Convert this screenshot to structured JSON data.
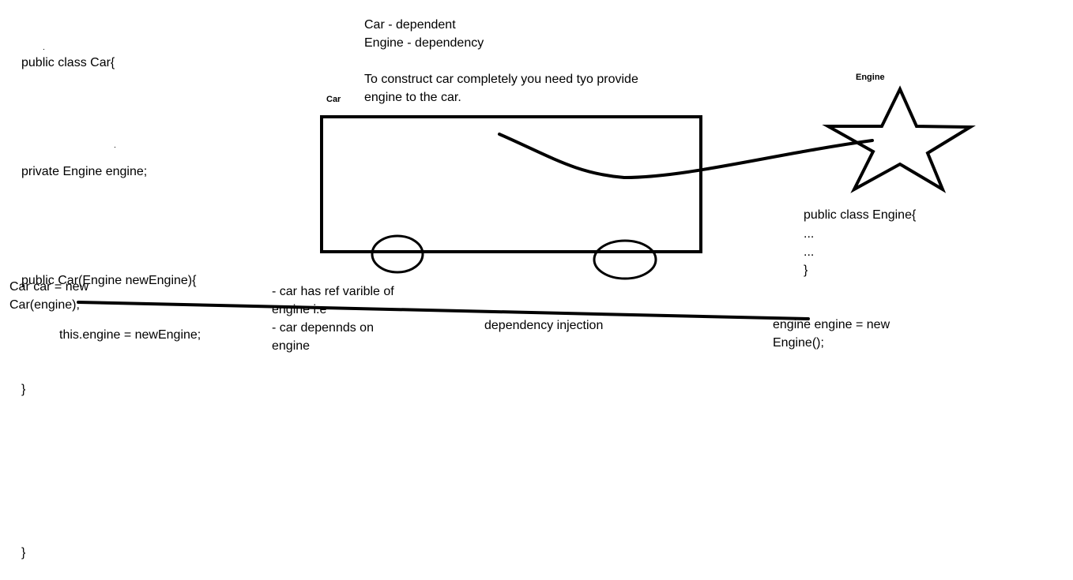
{
  "car_class": {
    "line1": "public class Car{",
    "line2": "private Engine engine;",
    "line3": "public Car(Engine newEngine){",
    "line4": "this.engine = newEngine;",
    "line5": "}",
    "line6": "}"
  },
  "definitions": {
    "dependent": "Car - dependent",
    "dependency": "Engine - dependency",
    "explanation_line1": "To construct car completely you need tyo provide",
    "explanation_line2": "engine to the car."
  },
  "labels": {
    "car": "Car",
    "engine": "Engine",
    "dependency_injection": "dependency injection"
  },
  "engine_class": {
    "line1": "public class Engine{",
    "line2": "...",
    "line3": "...",
    "line4": "}"
  },
  "car_instantiation": {
    "line1": "Car car = new",
    "line2": "Car(engine);"
  },
  "notes": {
    "line1": "- car has ref varible of",
    "line2": "engine i.e",
    "line3": "- car depennds on",
    "line4": "engine"
  },
  "engine_instantiation": {
    "line1": "engine engine = new",
    "line2": "Engine();"
  },
  "colors": {
    "ink": "#000000",
    "background": "#ffffff"
  }
}
